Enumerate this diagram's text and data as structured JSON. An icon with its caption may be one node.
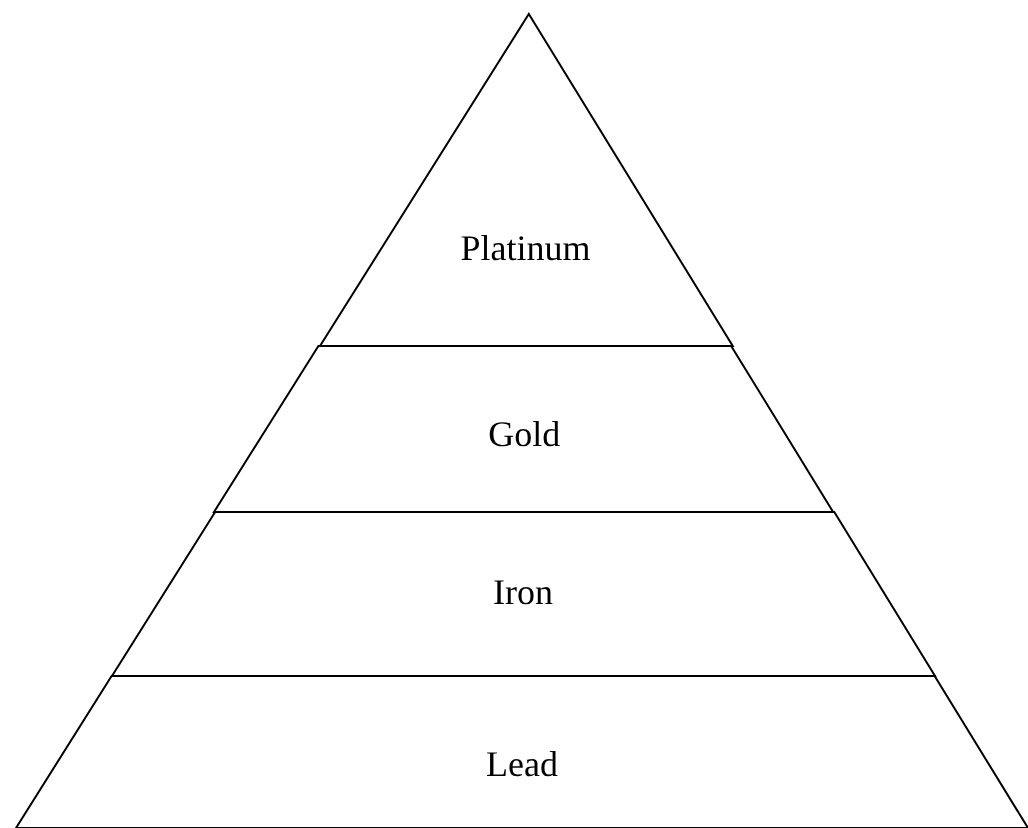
{
  "diagram": {
    "nodes": [
      {
        "text": [
          "Platinum"
        ]
      },
      {
        "text": [
          "Gold"
        ]
      },
      {
        "text": [
          "Iron"
        ]
      },
      {
        "text": [
          "Lead"
        ]
      }
    ]
  }
}
